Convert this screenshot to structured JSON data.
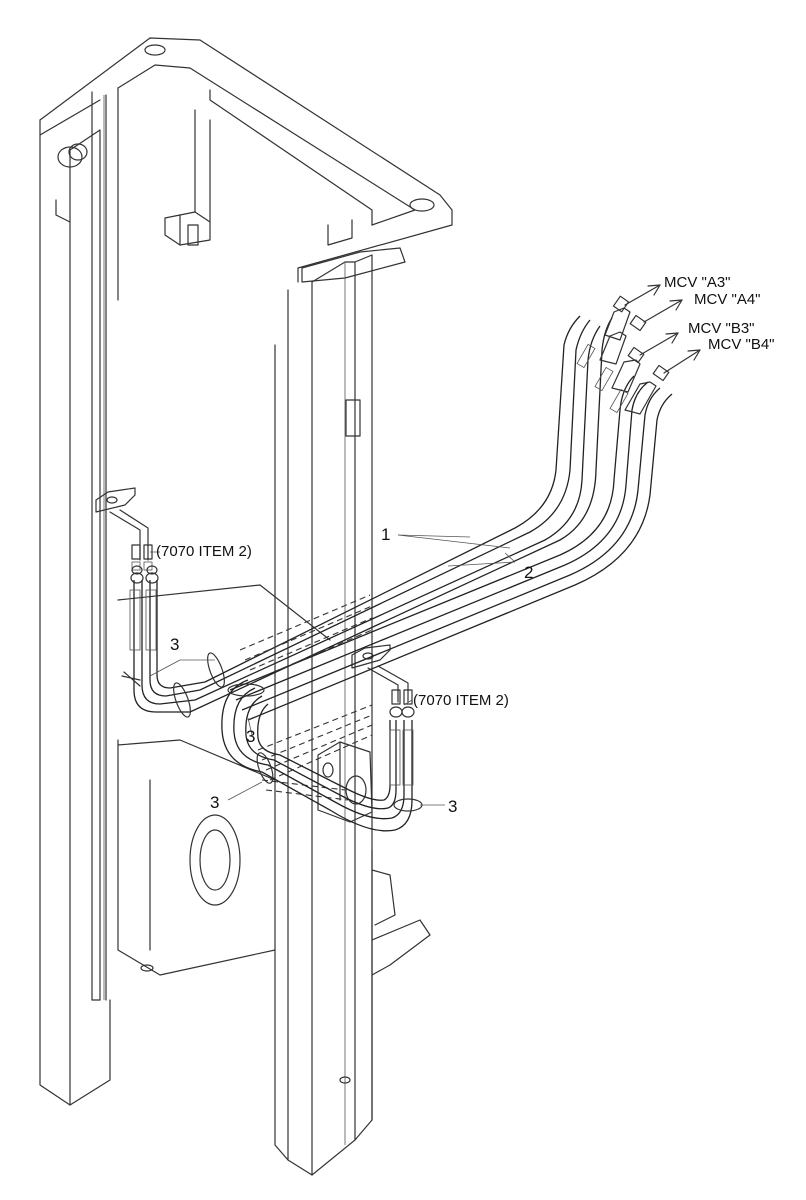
{
  "labels": {
    "mcv_a3": "MCV \"A3\"",
    "mcv_a4": "MCV \"A4\"",
    "mcv_b3": "MCV \"B3\"",
    "mcv_b4": "MCV \"B4\"",
    "ref_left": "(7070 ITEM 2)",
    "ref_right": "(7070 ITEM 2)",
    "callout_1": "1",
    "callout_2": "2",
    "callout_3a": "3",
    "callout_3b": "3",
    "callout_3c": "3",
    "callout_3d": "3"
  },
  "colors": {
    "line": "#333333",
    "background": "#ffffff"
  }
}
